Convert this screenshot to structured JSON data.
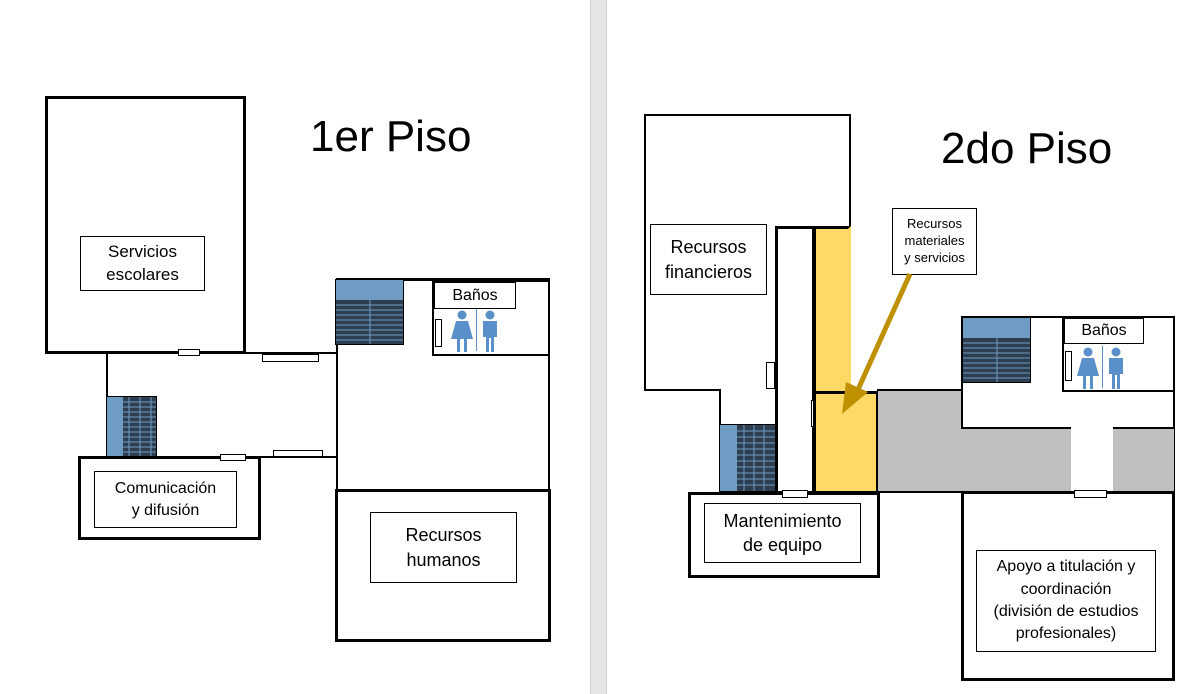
{
  "floor1": {
    "title": "1er Piso",
    "rooms": {
      "servicios_escolares": "Servicios\nescolares",
      "banos": "Baños",
      "comunicacion": "Comunicación\ny difusión",
      "recursos_humanos": "Recursos\nhumanos"
    }
  },
  "floor2": {
    "title": "2do Piso",
    "rooms": {
      "recursos_financieros": "Recursos\nfinancieros",
      "recursos_materiales": "Recursos\nmateriales\ny servicios",
      "banos": "Baños",
      "mantenimiento": "Mantenimiento\nde equipo",
      "apoyo": "Apoyo a titulación y\ncoordinación\n(división de estudios\nprofesionales)"
    }
  },
  "icons": [
    "stairs-icon",
    "female-restroom-icon",
    "male-restroom-icon",
    "arrow-icon"
  ],
  "colors": {
    "stairs": "#6f9cc3",
    "restroom_icon": "#5b8fc9",
    "highlight": "#ffd966",
    "arrow": "#bf9000",
    "corridor": "#c0c0c0"
  }
}
